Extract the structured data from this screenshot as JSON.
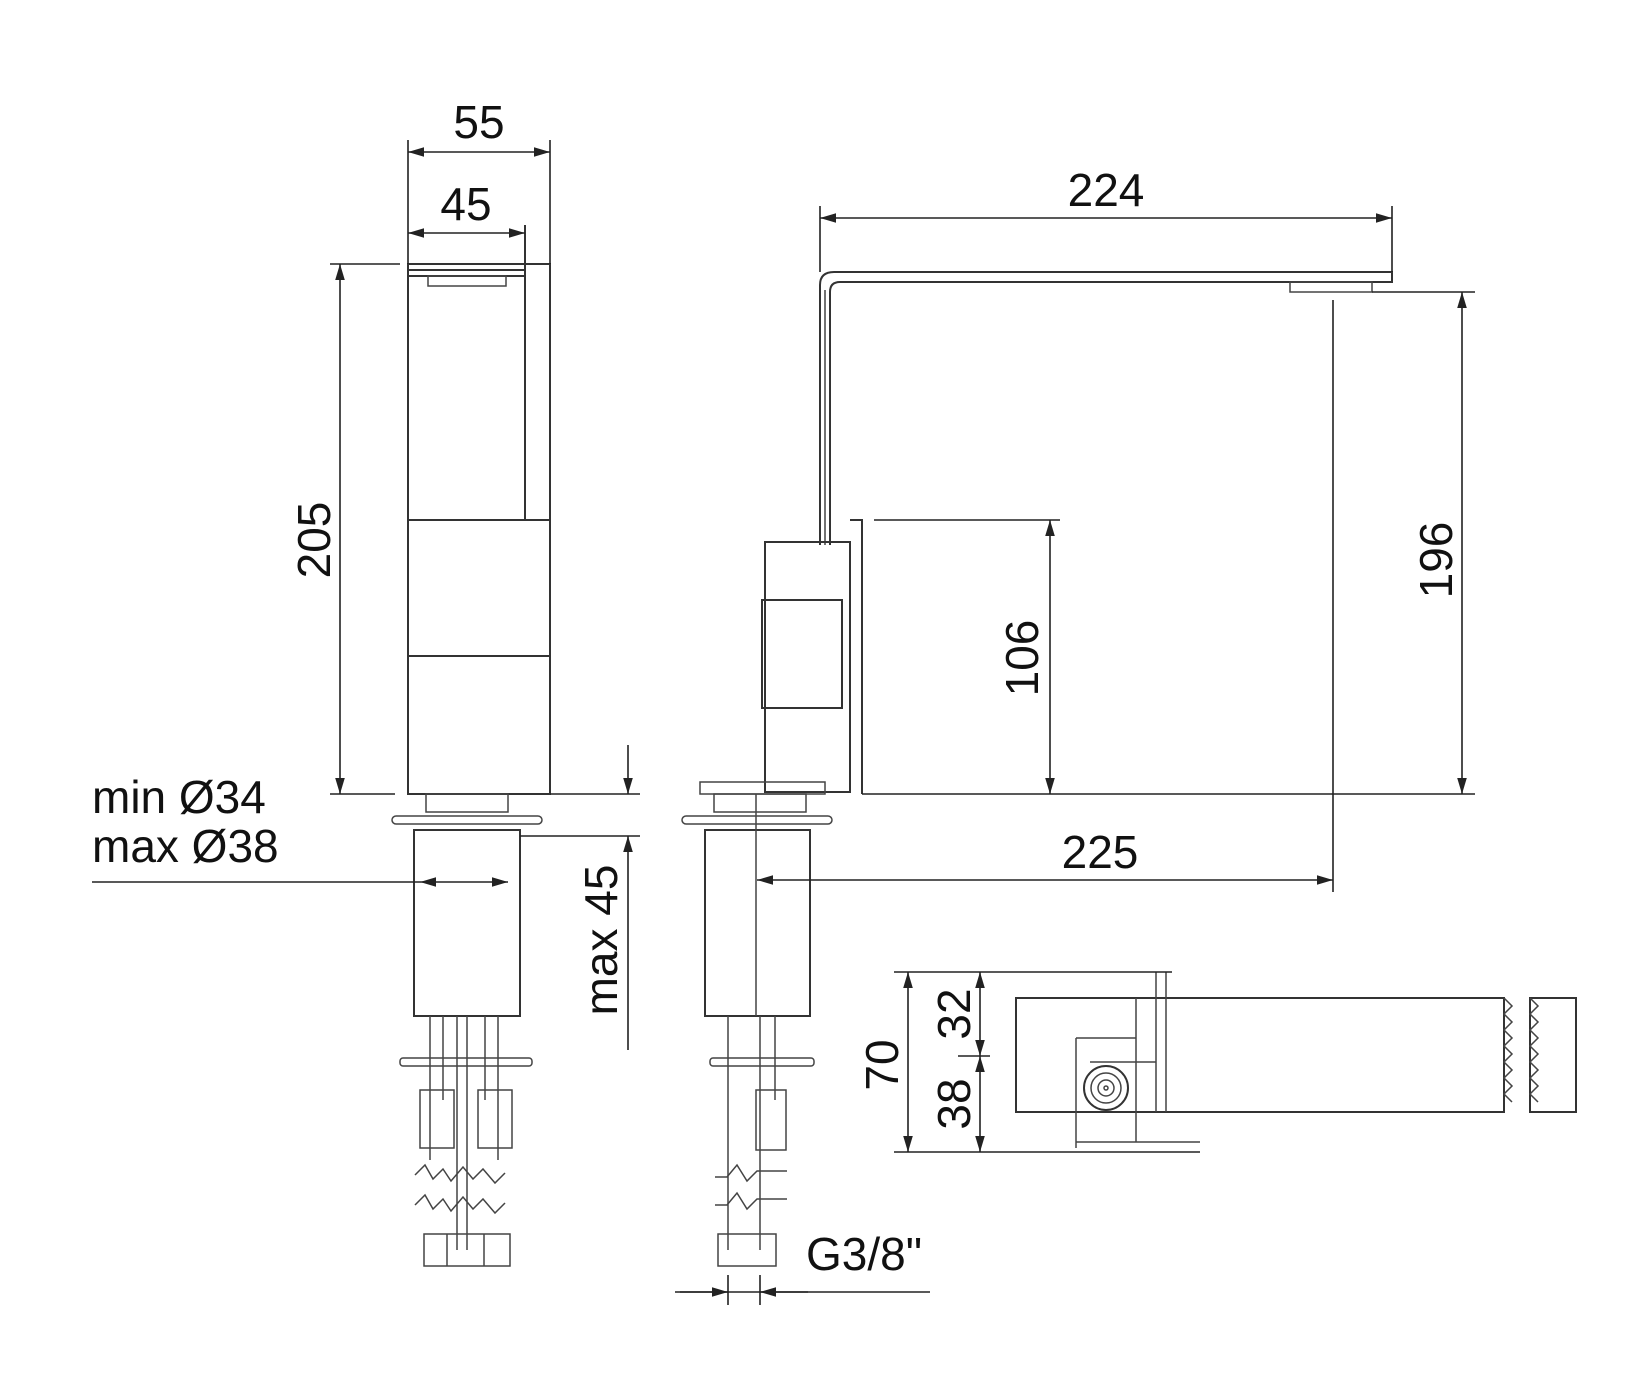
{
  "drawing": {
    "title": "Faucet technical dimension drawing",
    "views": [
      "front-view",
      "side-view",
      "top-view"
    ],
    "units": "mm"
  },
  "dimensions": {
    "front_outer_width": "55",
    "front_inner_width": "45",
    "front_height": "205",
    "hole_min": "min Ø34",
    "hole_max": "max Ø38",
    "deck_thickness": "max 45",
    "spout_length": "224",
    "lever_height": "106",
    "spout_height": "196",
    "spout_reach": "225",
    "top_total": "70",
    "top_upper": "32",
    "top_lower": "38",
    "connection": "G3/8\""
  }
}
